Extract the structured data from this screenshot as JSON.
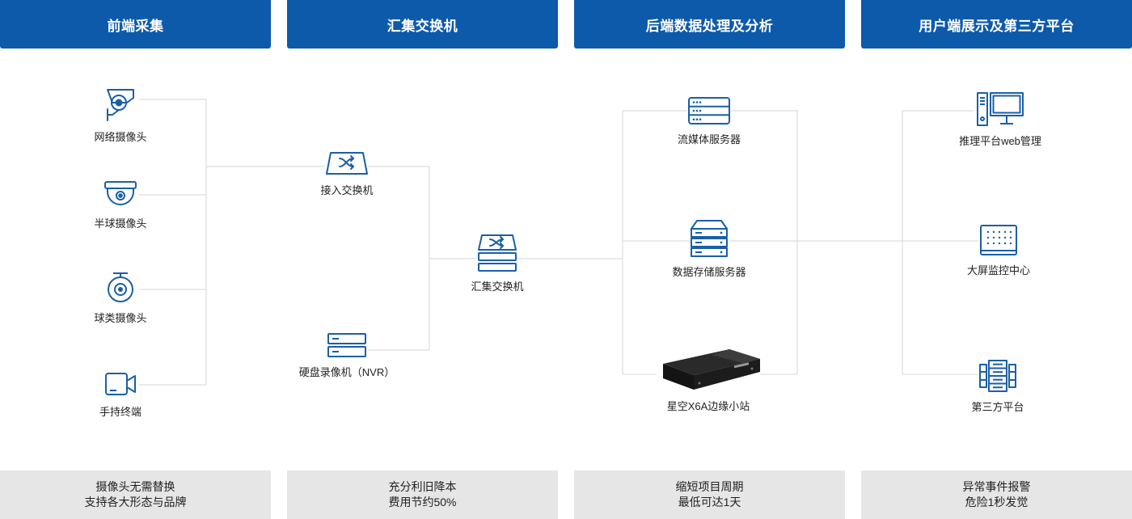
{
  "headers": [
    "前端采集",
    "汇集交换机",
    "后端数据处理及分析",
    "用户端展示及第三方平台"
  ],
  "column1": {
    "nodes": [
      {
        "label": "网络摄像头",
        "icon": "bullet-camera-icon"
      },
      {
        "label": "半球摄像头",
        "icon": "dome-camera-icon"
      },
      {
        "label": "球类摄像头",
        "icon": "ball-camera-icon"
      },
      {
        "label": "手持终端",
        "icon": "handheld-camera-icon"
      }
    ]
  },
  "column2": {
    "nodes": [
      {
        "label": "接入交换机",
        "icon": "access-switch-icon"
      },
      {
        "label": "硬盘录像机（NVR）",
        "icon": "nvr-icon"
      },
      {
        "label": "汇集交换机",
        "icon": "aggregation-switch-icon"
      }
    ]
  },
  "column3": {
    "nodes": [
      {
        "label": "流媒体服务器",
        "icon": "media-server-icon"
      },
      {
        "label": "数据存储服务器",
        "icon": "storage-server-icon"
      },
      {
        "label": "星空X6A边缘小站",
        "icon": "edge-box-device-image"
      }
    ]
  },
  "column4": {
    "nodes": [
      {
        "label": "推理平台web管理",
        "icon": "desktop-computer-icon"
      },
      {
        "label": "大屏监控中心",
        "icon": "monitor-screen-icon"
      },
      {
        "label": "第三方平台",
        "icon": "third-party-server-icon"
      }
    ]
  },
  "footers": [
    [
      "摄像头无需替换",
      "支持各大形态与品牌"
    ],
    [
      "充分利旧降本",
      "费用节约50%"
    ],
    [
      "缩短项目周期",
      "最低可达1天"
    ],
    [
      "异常事件报警",
      "危险1秒发觉"
    ]
  ],
  "colors": {
    "header_bg": "#0d5aab",
    "footer_bg": "#e6e6e6",
    "icon": "#1a5fa8",
    "line": "#d5d5d5"
  }
}
